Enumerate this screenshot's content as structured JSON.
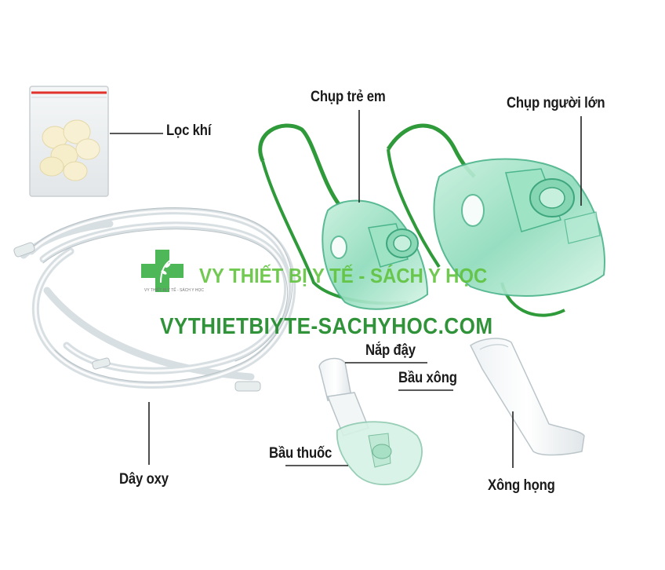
{
  "labels": {
    "filter": "Lọc khí",
    "child_mask": "Chụp trẻ em",
    "adult_mask": "Chụp người lớn",
    "cap": "Nắp đậy",
    "nebulizer_chamber": "Bầu xông",
    "medicine_cup": "Bầu thuốc",
    "oxygen_tube": "Dây oxy",
    "mouthpiece": "Xông họng"
  },
  "watermark": {
    "brand": "VY THIẾT BỊ Y TẾ - SÁCH Y HỌC",
    "url": "VYTHIETBIYTE-SACHYHOC.COM",
    "logo_caption": "VY THIẾT BỊ Y TẾ - SÁCH Y HỌC"
  },
  "colors": {
    "label_text": "#1a1a1a",
    "watermark_brand": "#5ec23a",
    "watermark_url": "#1f8a2a",
    "mask_green": "#7fd7b4",
    "strap_green": "#2f9a3a",
    "zip_red": "#e0312b"
  }
}
